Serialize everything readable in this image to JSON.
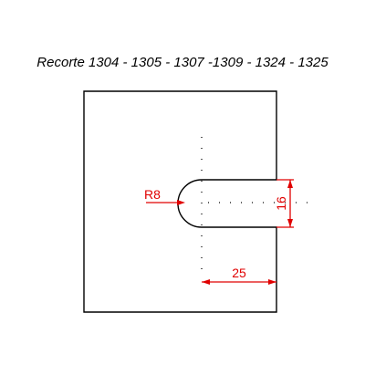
{
  "title": "Recorte 1304 - 1305 - 1307 -1309 - 1324 - 1325",
  "dimensions": {
    "radius_label": "R8",
    "slot_width_label": "16",
    "slot_depth_label": "25"
  },
  "colors": {
    "outline": "#000000",
    "dimension": "#e00000",
    "centerline": "#000000"
  }
}
